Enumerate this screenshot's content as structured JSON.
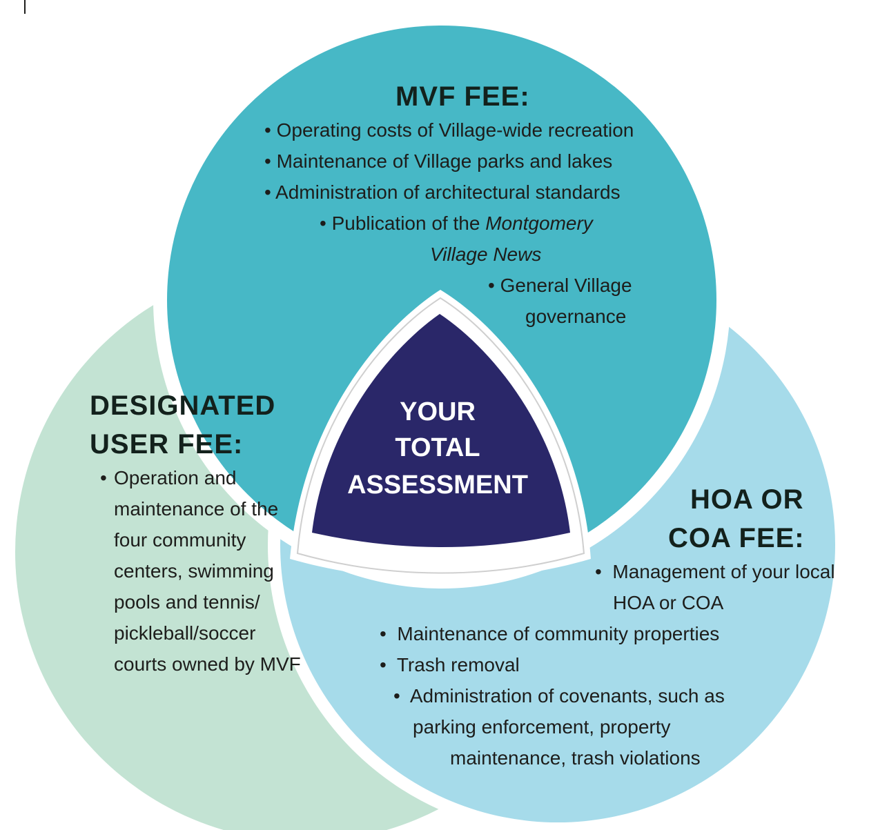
{
  "colors": {
    "mvf_circle": "#47b8c6",
    "user_circle": "#c3e3d3",
    "hoa_circle": "#a6dbea",
    "center": "#2a2769",
    "separator": "#ffffff"
  },
  "mvf": {
    "heading": "MVF FEE:",
    "items": [
      "Operating costs of Village-wide recreation",
      "Maintenance of Village parks and lakes",
      "Administration of architectural standards"
    ],
    "publication_prefix": "Publication of the ",
    "publication_title_1": "Montgomery",
    "publication_title_2": "Village News",
    "governance_1": "General Village",
    "governance_2": "governance"
  },
  "user_fee": {
    "heading_1": "DESIGNATED",
    "heading_2": "USER FEE:",
    "lines": [
      "Operation and",
      "maintenance of the",
      "four community",
      "centers, swimming",
      "pools and tennis/",
      "pickleball/soccer",
      "courts owned by MVF"
    ]
  },
  "hoa": {
    "heading_1": "HOA OR",
    "heading_2": "COA FEE:",
    "management_1": "Management of your local",
    "management_2": "HOA or COA",
    "items": [
      "Maintenance of community properties",
      "Trash removal"
    ],
    "covenants_1": "Administration of covenants, such as",
    "covenants_2": "parking enforcement, property",
    "covenants_3": "maintenance, trash violations"
  },
  "center": {
    "line_1": "YOUR",
    "line_2": "TOTAL",
    "line_3": "ASSESSMENT"
  }
}
